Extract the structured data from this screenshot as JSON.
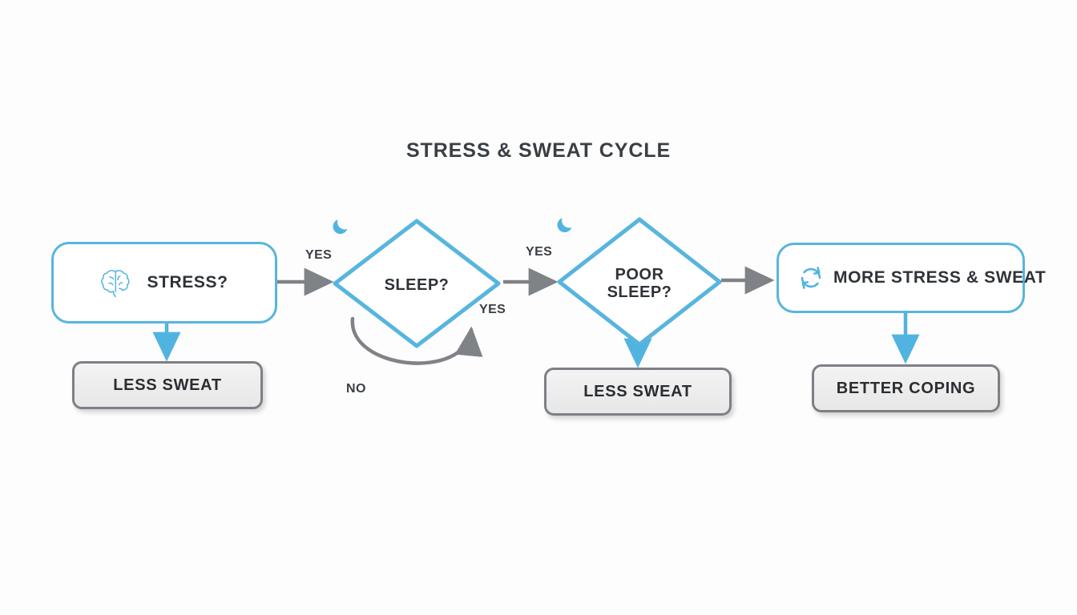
{
  "diagram": {
    "title": "STRESS & SWEAT CYCLE",
    "type": "flowchart",
    "background_color": "#fdfdfd",
    "colors": {
      "accent_blue": "#57b5de",
      "arrow_gray": "#7f8286",
      "outcome_border": "#7c8086",
      "outcome_fill": "#ececec",
      "text_dark": "#2f3338",
      "title_color": "#3a3f45"
    },
    "nodes": [
      {
        "id": "stress",
        "shape": "rounded-rect",
        "label": "STRESS?",
        "icon": "brain-icon",
        "style": "blue-outline"
      },
      {
        "id": "sleep",
        "shape": "diamond",
        "label": "SLEEP?",
        "icon": "moon-icon",
        "style": "blue-outline"
      },
      {
        "id": "poor-sleep",
        "shape": "diamond",
        "label": "POOR\nSLEEP?",
        "icon": "moon-icon",
        "style": "blue-outline"
      },
      {
        "id": "more-stress",
        "shape": "rounded-rect",
        "label": "MORE STRESS & SWEAT",
        "icon": "cycle-icon",
        "style": "blue-outline"
      },
      {
        "id": "less-sweat-1",
        "shape": "rounded-rect",
        "label": "LESS SWEAT",
        "style": "gray-fill"
      },
      {
        "id": "less-sweat-2",
        "shape": "rounded-rect",
        "label": "LESS SWEAT",
        "style": "gray-fill"
      },
      {
        "id": "better-coping",
        "shape": "rounded-rect",
        "label": "BETTER COPING",
        "style": "gray-fill"
      }
    ],
    "edges": [
      {
        "from": "stress",
        "to": "sleep",
        "label": "YES",
        "color": "gray",
        "direction": "right"
      },
      {
        "from": "stress",
        "to": "less-sweat-1",
        "label": "",
        "color": "blue",
        "direction": "down"
      },
      {
        "from": "sleep",
        "to": "poor-sleep",
        "label": "YES",
        "color": "gray",
        "direction": "right"
      },
      {
        "from": "sleep",
        "to": "sleep",
        "label": "NO",
        "color": "gray",
        "direction": "loop"
      },
      {
        "from": "sleep-loop-return",
        "to": "sleep",
        "label": "YES",
        "color": "gray",
        "direction": "up"
      },
      {
        "from": "poor-sleep",
        "to": "more-stress",
        "label": "",
        "color": "gray",
        "direction": "right"
      },
      {
        "from": "poor-sleep",
        "to": "less-sweat-2",
        "label": "",
        "color": "blue",
        "direction": "down"
      },
      {
        "from": "more-stress",
        "to": "better-coping",
        "label": "",
        "color": "blue",
        "direction": "down"
      }
    ],
    "edge_labels": {
      "yes_1": "YES",
      "yes_2": "YES",
      "yes_3": "YES",
      "no_1": "NO"
    }
  }
}
